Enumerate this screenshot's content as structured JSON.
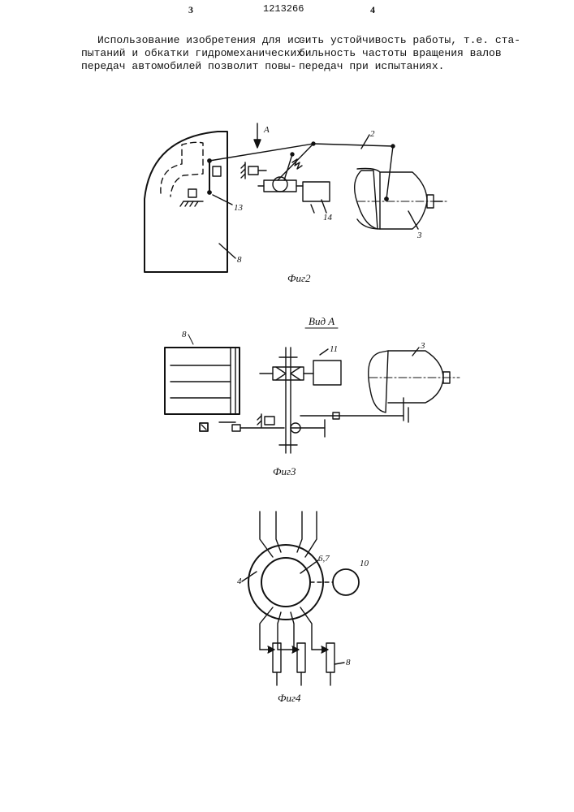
{
  "header": {
    "page_left": "3",
    "patent_number": "1213266",
    "page_right": "4"
  },
  "text": {
    "left_col": [
      "Использование изобретения для ис-",
      "пытаний и обкатки гидромеханических",
      "передач автомобилей позволит повы-"
    ],
    "right_col": [
      "сить устойчивость работы, т.е. ста-",
      "бильность частоты вращения валов",
      "передач при испытаниях."
    ]
  },
  "fig2": {
    "caption": "Фиг2",
    "arrow_label": "А",
    "labels": {
      "l2": "2",
      "l3": "3",
      "l8": "8",
      "l13": "13",
      "l14": "14"
    }
  },
  "fig3": {
    "caption": "Фиг3",
    "view_label": "Вид А",
    "labels": {
      "l8": "8",
      "l11": "11",
      "l3": "3"
    }
  },
  "fig4": {
    "caption": "Фиг4",
    "labels": {
      "l4": "4",
      "l67": "6,7",
      "l10": "10",
      "l8": "8"
    }
  }
}
